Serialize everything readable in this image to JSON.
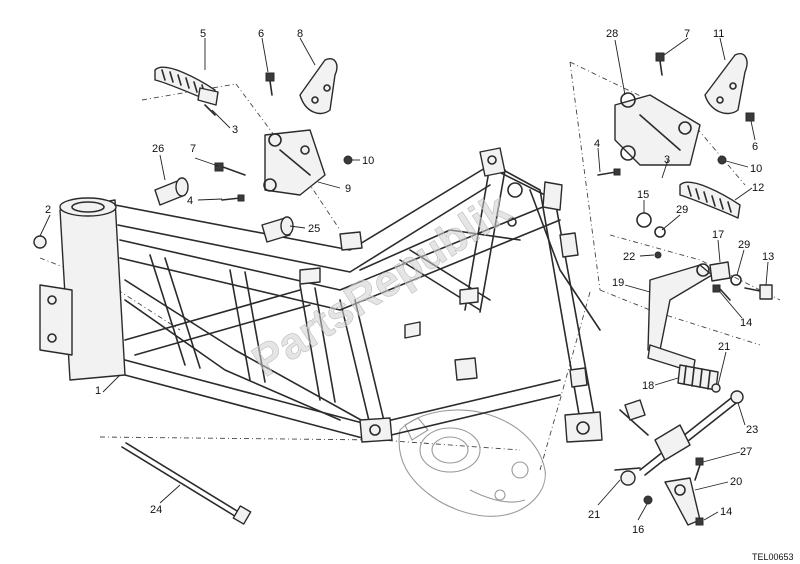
{
  "watermark": "PartsRepublik",
  "drawing_code": "TEL00653",
  "callouts": {
    "c1": "1",
    "c2": "2",
    "c3a": "3",
    "c3b": "3",
    "c4a": "4",
    "c4b": "4",
    "c5": "5",
    "c6a": "6",
    "c6b": "6",
    "c7a": "7",
    "c7b": "7",
    "c8": "8",
    "c9": "9",
    "c10a": "10",
    "c10b": "10",
    "c11": "11",
    "c12": "12",
    "c13": "13",
    "c14a": "14",
    "c14b": "14",
    "c15": "15",
    "c16": "16",
    "c17": "17",
    "c18": "18",
    "c19": "19",
    "c20": "20",
    "c21a": "21",
    "c21b": "21",
    "c22": "22",
    "c23": "23",
    "c24": "24",
    "c25": "25",
    "c26": "26",
    "c27": "27",
    "c28": "28",
    "c29a": "29",
    "c29b": "29"
  }
}
